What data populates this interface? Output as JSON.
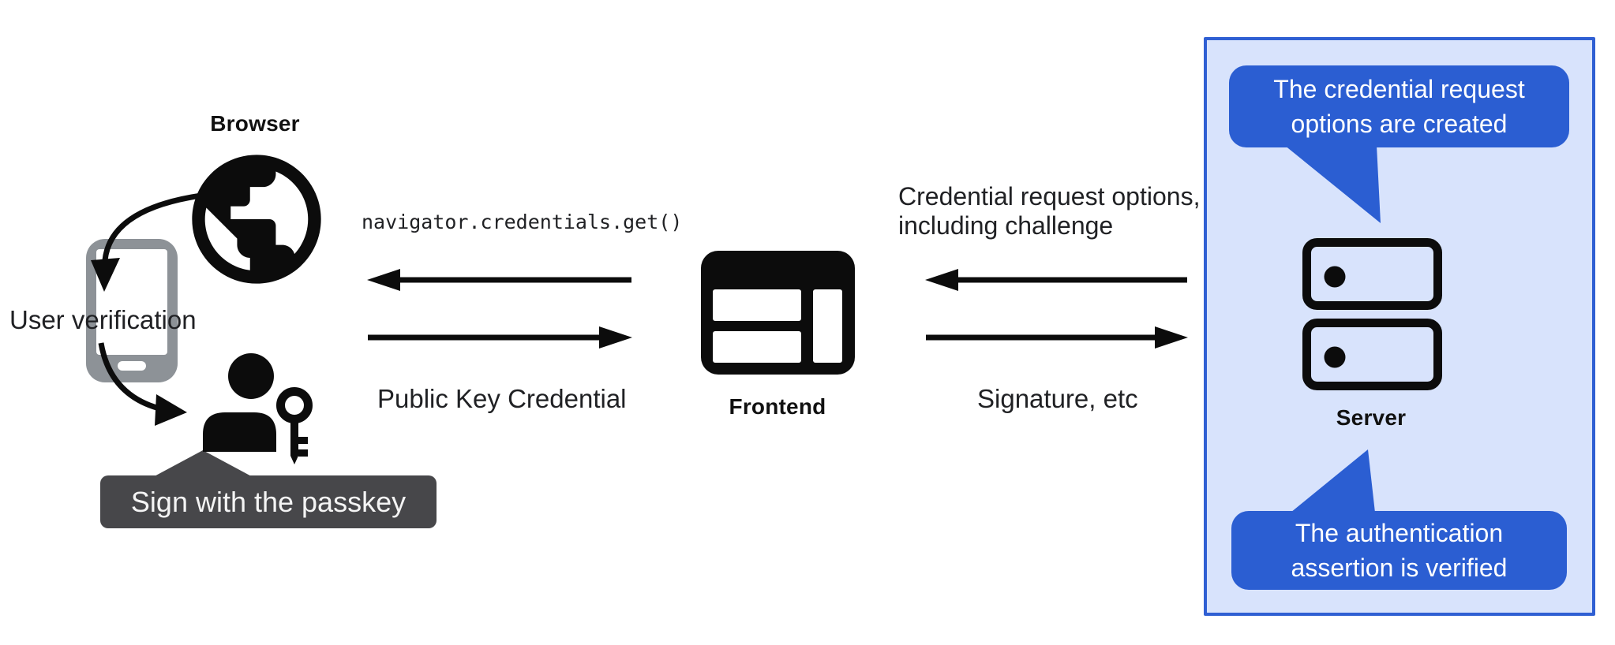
{
  "colors": {
    "bubble-blue": "#2b5ed2",
    "panel-fill": "#d8e3fc",
    "panel-border": "#2f5fd3",
    "tooltip-dark": "#47474a",
    "phone-gray": "#8d9297",
    "ink": "#202124",
    "icon-black": "#0c0c0c"
  },
  "actors": {
    "browser": "Browser",
    "frontend": "Frontend",
    "server": "Server"
  },
  "labels": {
    "user_verification": "User verification",
    "sign_with_passkey": "Sign with the passkey"
  },
  "messages": {
    "navigator_get": "navigator.credentials.get()",
    "public_key_credential": "Public Key Credential",
    "credential_request_options_line1": "Credential request options,",
    "credential_request_options_line2": "including challenge",
    "signature": "Signature, etc"
  },
  "server_notes": {
    "request_created_line1": "The credential request",
    "request_created_line2": "options are created",
    "assertion_verified_line1": "The authentication",
    "assertion_verified_line2": "assertion is verified"
  }
}
